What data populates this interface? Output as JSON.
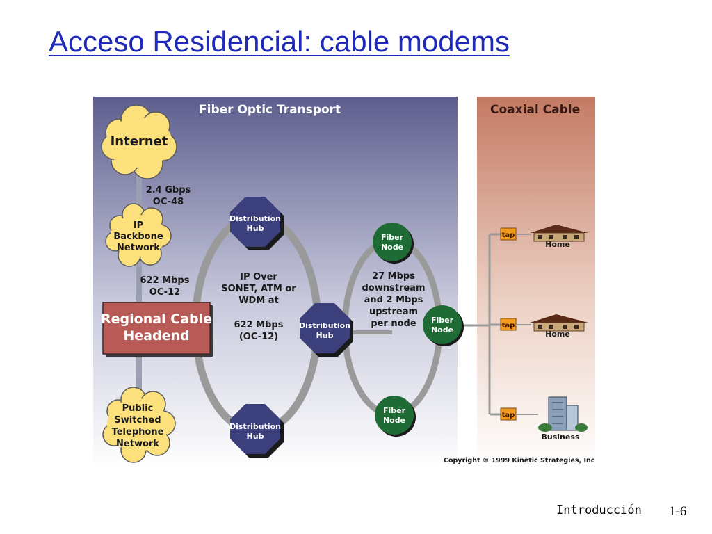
{
  "slide": {
    "title": "Acceso Residencial: cable modems",
    "footer_label": "Introducción",
    "page_number": "1-6"
  },
  "colors": {
    "title": "#1f2ab8",
    "fiber_panel_top": "#5d5e8e",
    "fiber_panel_bottom": "#ffffff",
    "coax_panel_top": "#c47a63",
    "coax_panel_bottom": "#ffffff",
    "cloud": "#fbe07c",
    "headend": "#b85a55",
    "hub": "#3b3f7c",
    "fiber_node": "#1f6b35",
    "tap": "#f29a1e",
    "ring": "#9a9a9a"
  },
  "diagram": {
    "fiber_section_title": "Fiber Optic Transport",
    "coax_section_title": "Coaxial Cable",
    "internet": "Internet",
    "internet_link": [
      "2.4 Gbps",
      "OC-48"
    ],
    "ip_backbone": [
      "IP",
      "Backbone",
      "Network"
    ],
    "backbone_link": [
      "622 Mbps",
      "OC-12"
    ],
    "headend": [
      "Regional Cable",
      "Headend"
    ],
    "pstn": [
      "Public",
      "Switched",
      "Telephone",
      "Network"
    ],
    "hub_label": [
      "Distribution",
      "Hub"
    ],
    "ring_text": [
      "IP Over",
      "SONET, ATM or",
      "WDM at",
      "",
      "622 Mbps",
      "(OC-12)"
    ],
    "fiber_node_label": [
      "Fiber",
      "Node"
    ],
    "node_text": [
      "27 Mbps",
      "downstream",
      "and 2 Mbps",
      "upstream",
      "per node"
    ],
    "tap_label": "tap",
    "home_label": "Home",
    "business_label": "Business",
    "copyright": "Copyright © 1999 Kinetic Strategies, Inc."
  }
}
